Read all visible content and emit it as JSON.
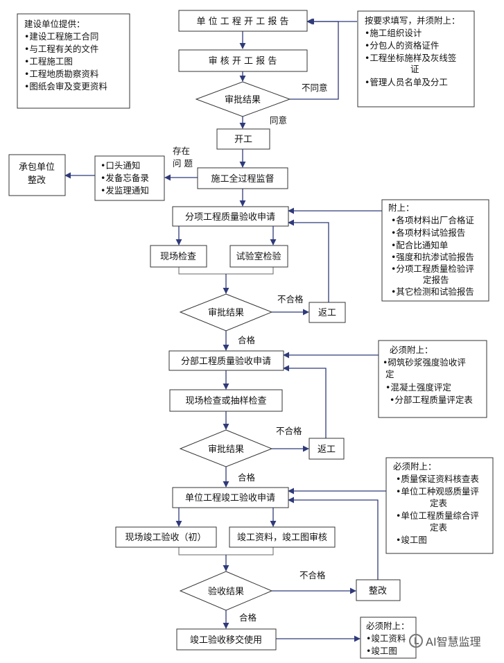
{
  "nodes": {
    "unit_start_report": "单 位 工 程 开 工 报 告",
    "review_start_report": "审 核 开 工 报 告",
    "approval_1": "审批结果",
    "commence": "开工",
    "supervision": "施工全过程监督",
    "contractor_fix": [
      "承包单位",
      "整改"
    ],
    "notices": [
      "•口头通知",
      "•发备忘备录",
      "•发监理通知"
    ],
    "item_quality_apply": "分项工程质量验收申请",
    "site_check": "现场检查",
    "lab_test": "试验室检验",
    "approval_2": "审批结果",
    "rework_1": "返工",
    "part_quality_apply": "分部工程质量验收申请",
    "site_or_sampling": "现场检查或抽样检查",
    "approval_3": "审批结果",
    "rework_2": "返工",
    "unit_completion_apply": "单位工程竣工验收申请",
    "site_completion_check": "现场竣工验收（初）",
    "completion_docs_review": "竣工资料，竣工图审核",
    "acceptance_result": "验收结果",
    "rectify": "整改",
    "handover": "竣工验收移交使用"
  },
  "notes": {
    "owner_provides": {
      "title": "建设单位提供：",
      "items": [
        "•建设工程施工合同",
        "•与工程有关的文件",
        "•工程施工图",
        "•工程地质勘察资料",
        "•图纸会审及变更资料"
      ]
    },
    "fill_attach": {
      "title": "按要求填写，并须附上：",
      "items": [
        "•施工组织设计",
        "•分包人的资格证件",
        "•工程坐标施样及灰线签",
        "证",
        "•管理人员名单及分工"
      ]
    },
    "item_attach": {
      "title": "附上：",
      "items": [
        "•各项材料出厂合格证",
        "•各项材料试验报告",
        "•配合比通知单",
        "•强度和抗渗试验报告",
        "•分项工程质量检验评",
        "定报告",
        "•其它检测和试验报告"
      ]
    },
    "part_attach": {
      "title": "必须附上：",
      "items": [
        "•砌筑砂浆强度验收评",
        "定",
        "•混凝土强度评定",
        "•分部工程质量评定表"
      ]
    },
    "unit_attach": {
      "title": "必须附上：",
      "items": [
        "•质量保证资料核查表",
        "•单位工种观感质量评",
        "定表",
        "•单位工程质量综合评",
        "定表",
        "•竣工图"
      ]
    },
    "handover_attach": {
      "title": "必须附上：",
      "items": [
        "•竣工资料",
        "•竣工图"
      ]
    }
  },
  "edge_labels": {
    "disagree": "不同意",
    "agree": "同意",
    "problem": [
      "存在",
      "问 题"
    ],
    "fail_1": "不合格",
    "pass_1": "合格",
    "fail_2": "不合格",
    "pass_2": "合格",
    "fail_3": "不合格",
    "pass_3": "合格"
  },
  "watermark": "AI智慧监理",
  "colors": {
    "arrow": "#2f3a7a",
    "border": "#333333"
  }
}
